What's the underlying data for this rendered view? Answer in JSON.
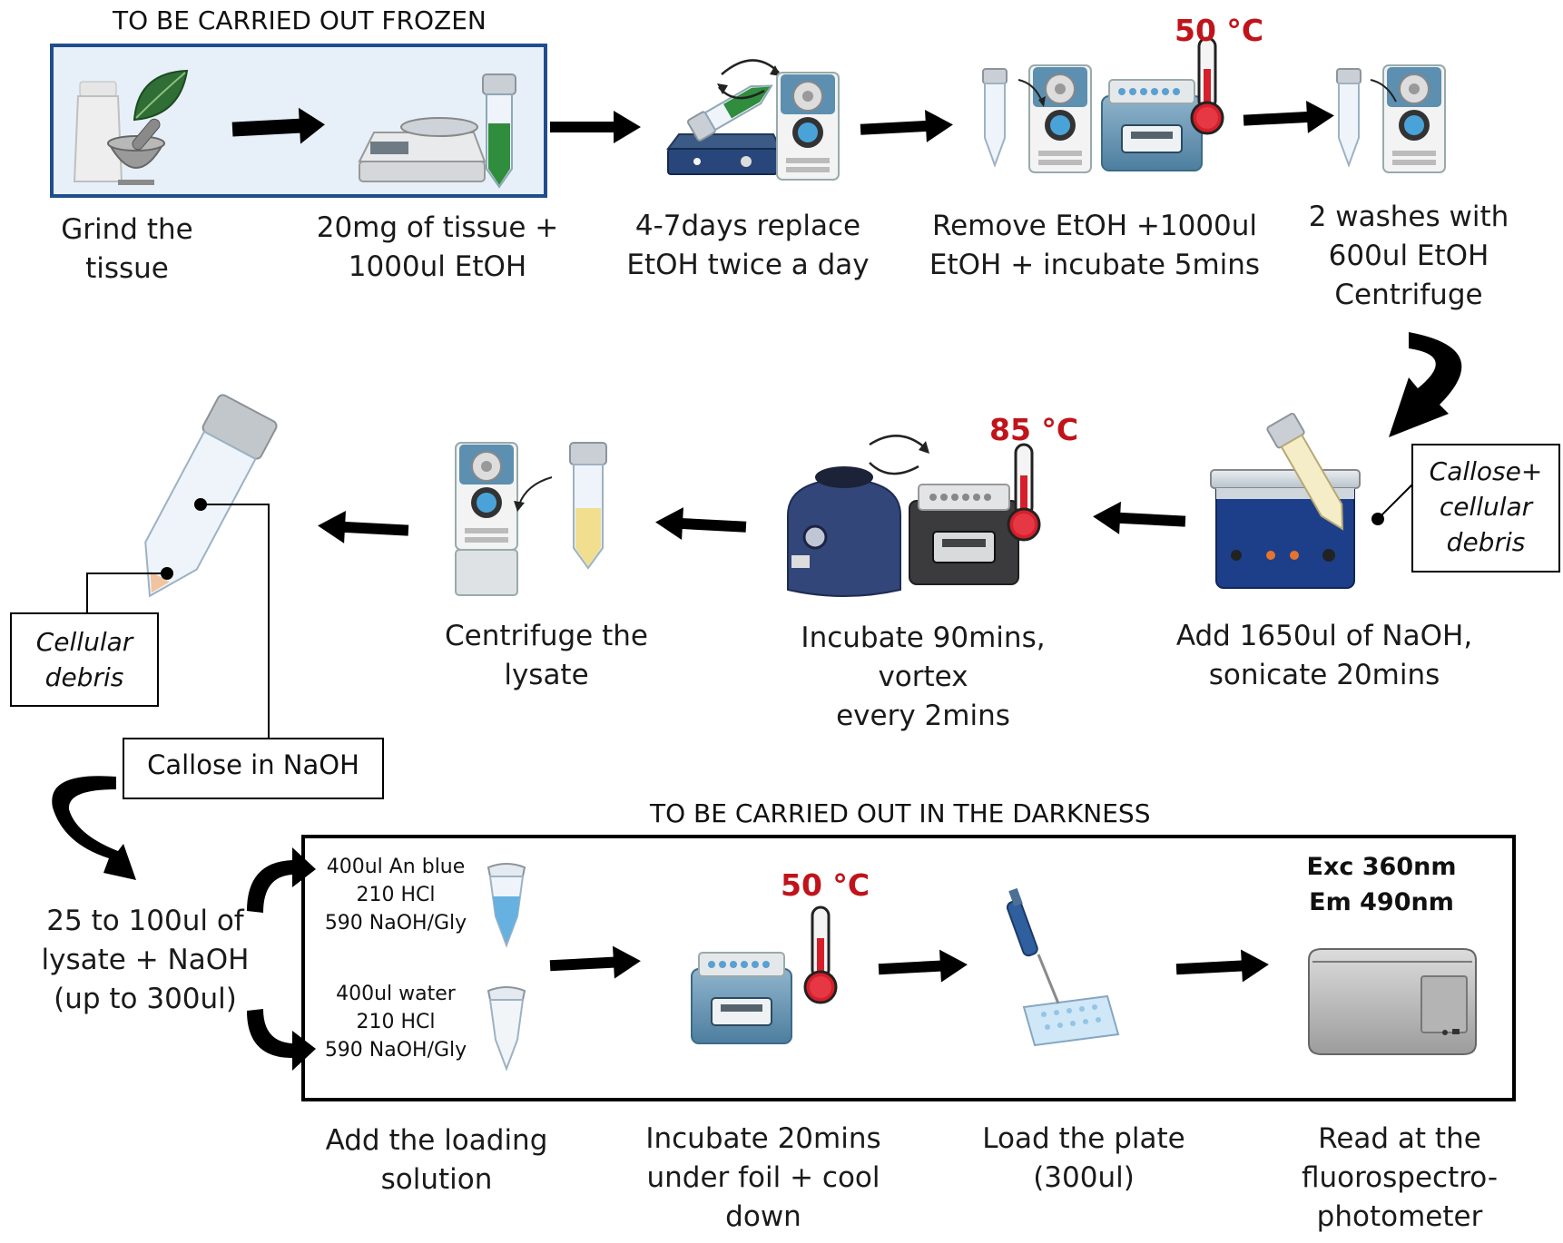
{
  "headers": {
    "frozen": "TO BE CARRIED OUT FROZEN",
    "darkness": "TO BE CARRIED OUT IN THE DARKNESS"
  },
  "temperatures": {
    "t1": "50 °C",
    "t2": "85 °C",
    "t3": "50 °C"
  },
  "steps": {
    "grind": [
      "Grind the",
      "tissue"
    ],
    "weigh": [
      "20mg of tissue +",
      "1000ul EtOH"
    ],
    "replace": [
      "4-7days replace",
      "EtOH twice a day"
    ],
    "remove": [
      "Remove EtOH +1000ul",
      "EtOH + incubate 5mins"
    ],
    "washes": [
      "2 washes with",
      "600ul EtOH",
      "Centrifuge"
    ],
    "naoh": [
      "Add 1650ul of NaOH,",
      "sonicate 20mins"
    ],
    "incubate90": [
      "Incubate 90mins, vortex",
      "every 2mins"
    ],
    "centrifuge": [
      "Centrifuge the",
      "lysate"
    ],
    "lysate": [
      "25 to 100ul of",
      "lysate + NaOH",
      "(up to 300ul)"
    ],
    "loading": [
      "Add the loading",
      "solution"
    ],
    "incubate20": [
      "Incubate 20mins",
      "under foil + cool",
      "down"
    ],
    "plate": [
      "Load the plate",
      "(300ul)"
    ],
    "read": [
      "Read at the",
      "fluorospectro-",
      "photometer"
    ]
  },
  "callouts": {
    "callose_debris": [
      "Callose+",
      "cellular",
      "debris"
    ],
    "cellular_debris": [
      "Cellular",
      "debris"
    ],
    "callose_naoh": "Callose in NaOH"
  },
  "solutions": {
    "blue": [
      "400ul An blue",
      "210 HCl",
      "590 NaOH/Gly"
    ],
    "water": [
      "400ul water",
      "210 HCl",
      "590 NaOH/Gly"
    ]
  },
  "readout": [
    "Exc 360nm",
    "Em 490nm"
  ],
  "colors": {
    "frozen_box_border": "#1f4e8c",
    "frozen_box_fill": "#e7f0f8",
    "temperature_text": "#c0141a",
    "arrow": "#000000"
  }
}
